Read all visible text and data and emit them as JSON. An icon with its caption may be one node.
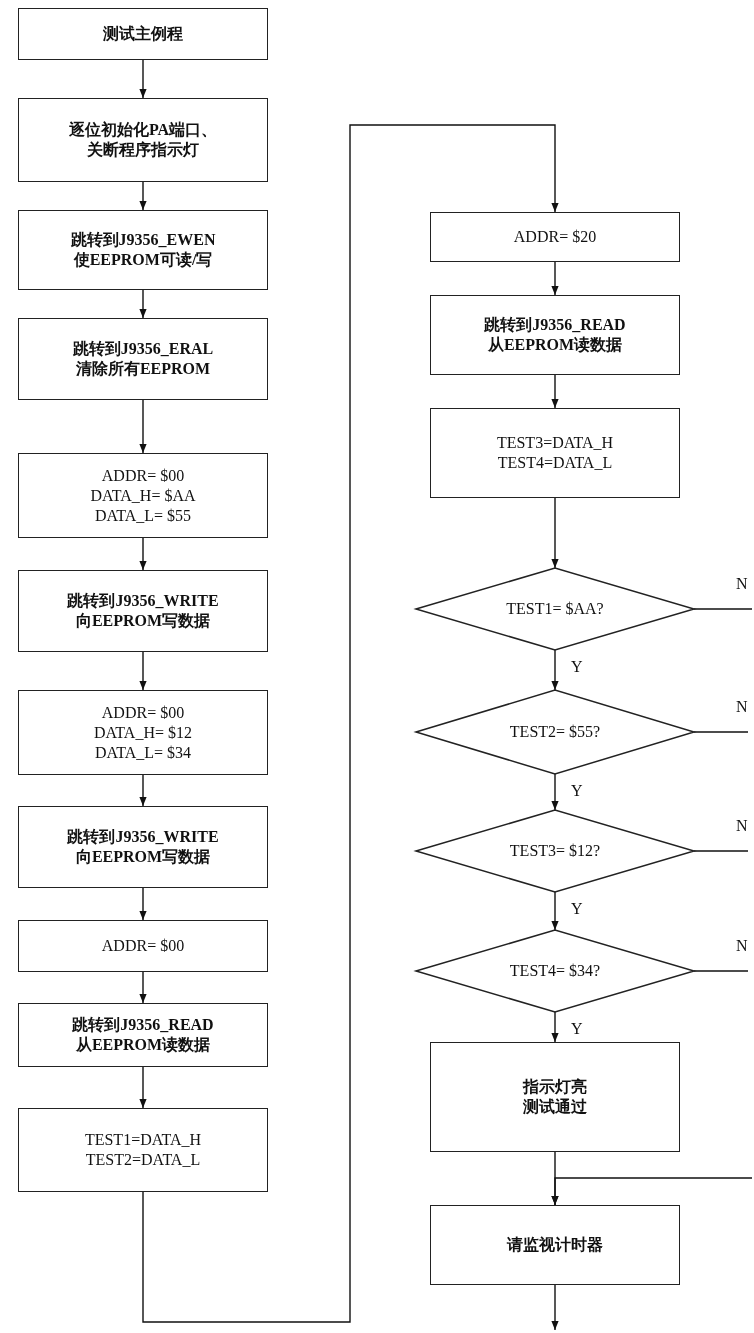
{
  "diagram": {
    "nodes": [
      {
        "text": [
          "测试主例程"
        ]
      },
      {
        "text": [
          "逐位初始化PA端口、关断程序指示灯"
        ]
      },
      {
        "text": [
          "跳转到J9356_EWEN",
          "使EEPROM可读/写"
        ]
      },
      {
        "text": [
          "跳转到J9356_ERAL",
          "清除所有EEPROM"
        ]
      },
      {
        "text": [
          "ADDR= $00",
          "DATA_H= $AA",
          "DATA_L= $55"
        ]
      },
      {
        "text": [
          "跳转到J9356_WRITE",
          "向EEPROM写数据"
        ]
      },
      {
        "text": [
          "ADDR= $00",
          "DATA_H= $12",
          "DATA_L= $34"
        ]
      },
      {
        "text": [
          "跳转到J9356_WRITE",
          "向EEPROM写数据"
        ]
      },
      {
        "text": [
          "ADDR= $00"
        ]
      },
      {
        "text": [
          "跳转到J9356_READ",
          "从EEPROM读数据"
        ]
      },
      {
        "text": [
          "TEST1=DATA_H",
          "TEST2=DATA_L"
        ]
      },
      {
        "text": [
          "ADDR= $20"
        ]
      },
      {
        "text": [
          "跳转到J9356_READ",
          "从EEPROM读数据"
        ]
      },
      {
        "text": [
          "TEST3=DATA_H",
          "TEST4=DATA_L"
        ]
      },
      {
        "text": [
          "TEST1= $AA?"
        ]
      },
      {
        "text": [
          "TEST2= $55?"
        ]
      },
      {
        "text": [
          "TEST3= $12?"
        ]
      },
      {
        "text": [
          "TEST4= $34?"
        ]
      },
      {
        "text": [
          "指示灯亮",
          "测试通过"
        ]
      },
      {
        "text": [
          "请监视计时器"
        ]
      }
    ],
    "edges": [
      {
        "from": 0,
        "to": 1,
        "arrow": "to"
      },
      {
        "from": 1,
        "to": 2,
        "arrow": "to"
      },
      {
        "from": 2,
        "to": 3,
        "arrow": "to"
      },
      {
        "from": 3,
        "to": 4,
        "arrow": "to"
      },
      {
        "from": 4,
        "to": 5,
        "arrow": "to"
      },
      {
        "from": 5,
        "to": 6,
        "arrow": "to"
      },
      {
        "from": 6,
        "to": 7,
        "arrow": "to"
      },
      {
        "from": 7,
        "to": 8,
        "arrow": "to"
      },
      {
        "from": 8,
        "to": 9,
        "arrow": "to"
      },
      {
        "from": 9,
        "to": 10,
        "arrow": "to"
      },
      {
        "from": 10,
        "to": 11,
        "arrow": "to"
      },
      {
        "from": 11,
        "to": 12,
        "arrow": "to"
      },
      {
        "from": 12,
        "to": 13,
        "arrow": "to"
      },
      {
        "from": 13,
        "to": 14,
        "arrow": "to"
      },
      {
        "from": 14,
        "to": 15,
        "arrow": "to",
        "label": "Y"
      },
      {
        "from": 15,
        "to": 16,
        "arrow": "to",
        "label": "Y"
      },
      {
        "from": 16,
        "to": 17,
        "arrow": "to",
        "label": "Y"
      },
      {
        "from": 17,
        "to": 18,
        "arrow": "to",
        "label": "Y"
      },
      {
        "from": 18,
        "to": 19,
        "arrow": "to"
      },
      {
        "from": 14,
        "to": null,
        "arrow": "none",
        "label": "N"
      },
      {
        "from": 15,
        "to": null,
        "arrow": "none",
        "label": "N"
      },
      {
        "from": 16,
        "to": null,
        "arrow": "none",
        "label": "N"
      },
      {
        "from": 17,
        "to": null,
        "arrow": "none",
        "label": "N"
      },
      {
        "from": null,
        "to": 19,
        "arrow": "to"
      },
      {
        "from": 19,
        "to": null,
        "arrow": "to"
      }
    ]
  }
}
